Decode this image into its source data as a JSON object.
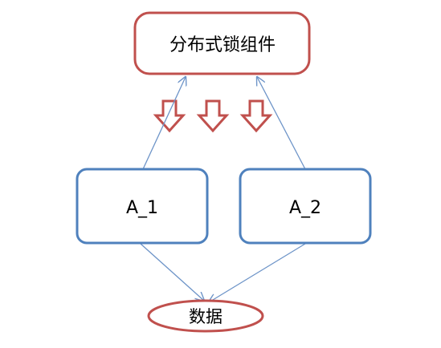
{
  "nodes": {
    "lock": {
      "label": "分布式锁组件"
    },
    "a1": {
      "label": "A_1"
    },
    "a2": {
      "label": "A_2"
    },
    "data": {
      "label": "数据"
    }
  },
  "colors": {
    "red": "#c0504d",
    "blue": "#4f81bd",
    "arrow": "#6d94c8"
  }
}
